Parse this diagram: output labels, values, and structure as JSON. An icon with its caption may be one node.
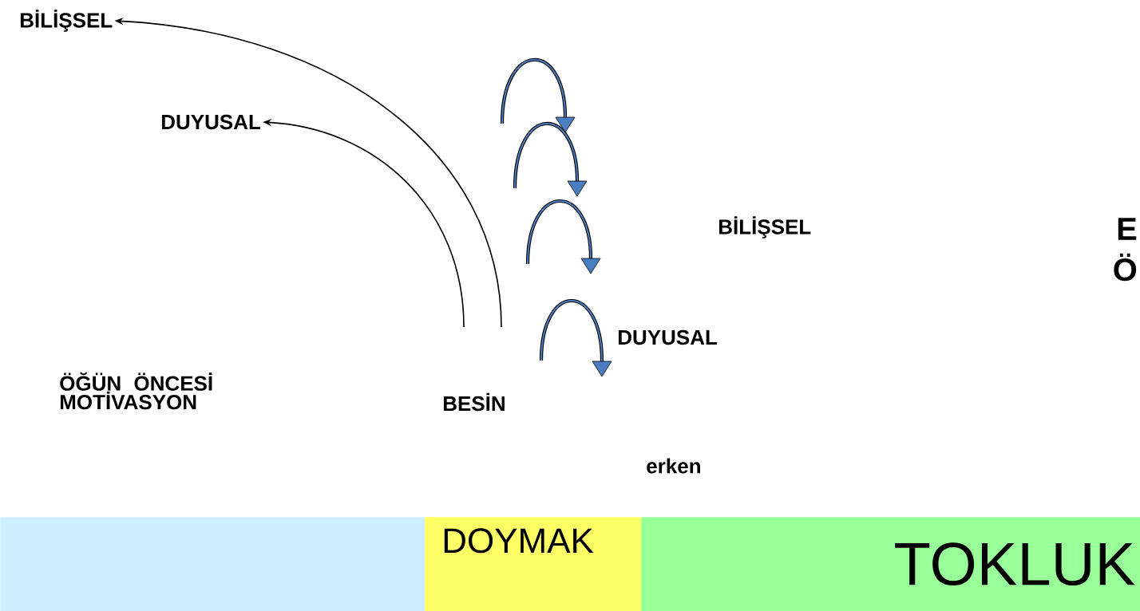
{
  "diagram": {
    "nodes": [
      {
        "text": [
          "BİLİŞSEL"
        ]
      },
      {
        "text": [
          "DUYUSAL"
        ]
      },
      {
        "text": [],
        "shape": "bar"
      },
      {
        "text": [
          "DOYMAK"
        ]
      },
      {
        "text": [
          "TOKLUK"
        ]
      }
    ],
    "edges": [
      {
        "from": null,
        "to": 0,
        "arrow": "to"
      },
      {
        "from": null,
        "to": 1,
        "arrow": "to"
      }
    ],
    "labels": [
      "BİLİŞSEL",
      "E",
      "Ö",
      "DUYUSAL",
      "ÖĞÜN ÖNCESİ MOTİVASYON",
      "BESİN",
      "erken"
    ]
  }
}
